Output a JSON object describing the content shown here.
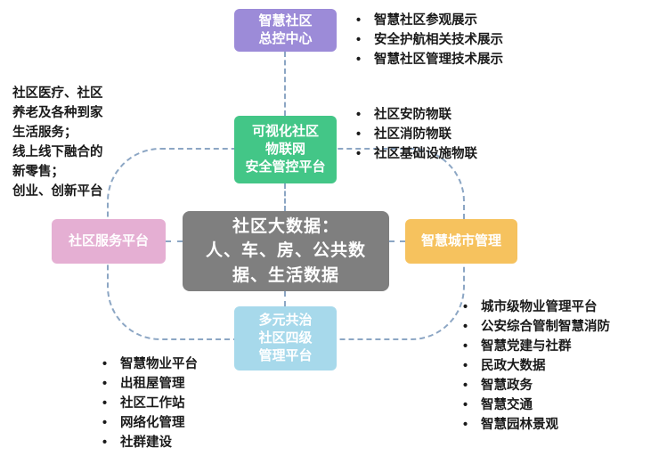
{
  "colors": {
    "top_node": "#9C8BD8",
    "upper_node": "#43C687",
    "left_node": "#E5AFD3",
    "right_node": "#F6C25E",
    "bottom_node": "#A7D9EB",
    "center_node": "#7F7F7F",
    "connector": "#8CA6C4"
  },
  "nodes": {
    "top": {
      "label": "智慧社区\n总控中心"
    },
    "upper": {
      "label": "可视化社区\n物联网\n安全管控平台"
    },
    "left": {
      "label": "社区服务平台"
    },
    "right": {
      "label": "智慧城市管理"
    },
    "bottom": {
      "label": "多元共治\n社区四级\n管理平台"
    },
    "center": {
      "label": "社区大数据：\n人、车、房、公共数\n据、生活数据"
    }
  },
  "lists": {
    "top_right": [
      "智慧社区参观展示",
      "安全护航相关技术展示",
      "智慧社区管理技术展示"
    ],
    "mid_right": [
      "社区安防物联",
      "社区消防物联",
      "社区基础设施物联"
    ],
    "left_text": [
      "社区医疗、社区",
      "养老及各种到家",
      "生活服务；",
      "线上线下融合的",
      "新零售；",
      "创业、创新平台"
    ],
    "bottom_right": [
      "城市级物业管理平台",
      "公安综合管制智慧消防",
      "智慧党建与社群",
      "民政大数据",
      "智慧政务",
      "智慧交通",
      "智慧园林景观"
    ],
    "bottom_left": [
      "智慧物业平台",
      "出租屋管理",
      "社区工作站",
      "网络化管理",
      "社群建设"
    ]
  }
}
